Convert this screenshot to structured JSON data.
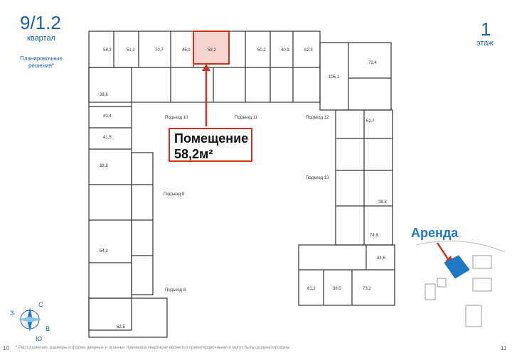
{
  "header": {
    "quarter_number": "9/1.2",
    "quarter_word": "квартал",
    "plan_label": "Планировочные решения*",
    "floor_number": "1",
    "floor_word": "этаж"
  },
  "callout": {
    "line1": "Помещение",
    "line2": "58,2м²"
  },
  "rent_label": "Аренда",
  "entrances": [
    {
      "id": "e8",
      "label": "Подъезд 8"
    },
    {
      "id": "e9",
      "label": "Подъезд 9"
    },
    {
      "id": "e10",
      "label": "Подъезд 10"
    },
    {
      "id": "e11",
      "label": "Подъезд 11"
    },
    {
      "id": "e12",
      "label": "Подъезд 12"
    },
    {
      "id": "e13",
      "label": "Подъезд 13"
    }
  ],
  "rooms": [
    {
      "id": "r583",
      "area": "58,3"
    },
    {
      "id": "r512",
      "area": "51,2"
    },
    {
      "id": "r707",
      "area": "70,7"
    },
    {
      "id": "r453",
      "area": "45,3"
    },
    {
      "id": "r582",
      "area": "58,2"
    },
    {
      "id": "r502",
      "area": "50,2"
    },
    {
      "id": "r409",
      "area": "40,9"
    },
    {
      "id": "r623",
      "area": "62,3"
    },
    {
      "id": "r724",
      "area": "72,4"
    },
    {
      "id": "r1051",
      "area": "105,1"
    },
    {
      "id": "r386",
      "area": "38,6"
    },
    {
      "id": "r434",
      "area": "43,4"
    },
    {
      "id": "r415",
      "area": "41,5"
    },
    {
      "id": "r388",
      "area": "38,8"
    },
    {
      "id": "r527",
      "area": "52,7"
    },
    {
      "id": "r388b",
      "area": "38,8"
    },
    {
      "id": "r748",
      "area": "74,8"
    },
    {
      "id": "r346",
      "area": "34,6"
    },
    {
      "id": "r542",
      "area": "54,2"
    },
    {
      "id": "r612",
      "area": "61,2"
    },
    {
      "id": "r380",
      "area": "38,0"
    },
    {
      "id": "r732",
      "area": "73,2"
    },
    {
      "id": "r625",
      "area": "62,5"
    }
  ],
  "compass": {
    "n": "С",
    "e": "В",
    "s": "Ю",
    "w": "З"
  },
  "footer": {
    "page_left": "10",
    "page_right": "11",
    "note": "* Расположение, размеры и форма дверных и оконных проемов в квартирах являются ориентировочными и могут быть скорректированы."
  },
  "colors": {
    "accent": "#1f5fa8",
    "highlight": "#d0311f",
    "rent": "#1f78c4"
  }
}
